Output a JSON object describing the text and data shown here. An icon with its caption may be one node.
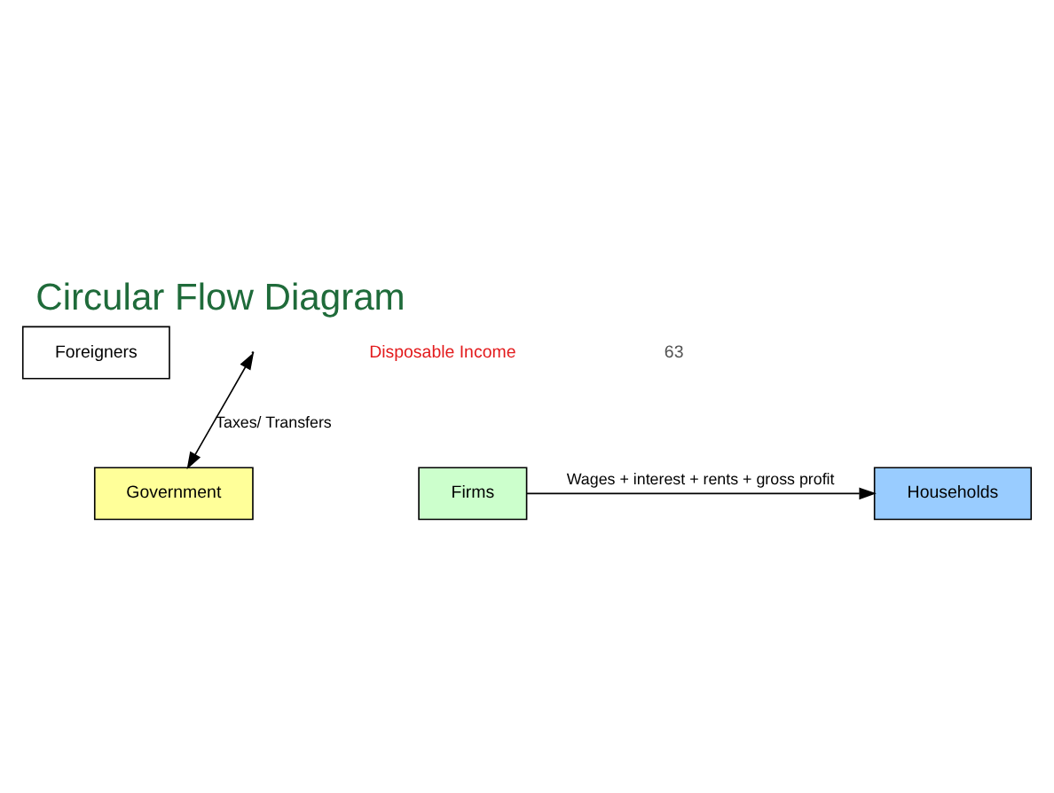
{
  "diagram": {
    "title": "Circular Flow Diagram",
    "nodes": [
      {
        "text": [
          "Foreigners"
        ]
      },
      {
        "text": [
          "Households"
        ]
      },
      {
        "text": [
          "Government"
        ]
      },
      {
        "text": [
          "Firms"
        ]
      }
    ],
    "edges": [
      {
        "from": 3,
        "to": 1,
        "arrow": "to",
        "label": "Wages + interest + rents + gross profit"
      },
      {
        "from": null,
        "to": 2,
        "arrow": "both",
        "label": "Taxes/ Transfers"
      }
    ],
    "labels": [
      "Disposable Income",
      "63"
    ]
  }
}
